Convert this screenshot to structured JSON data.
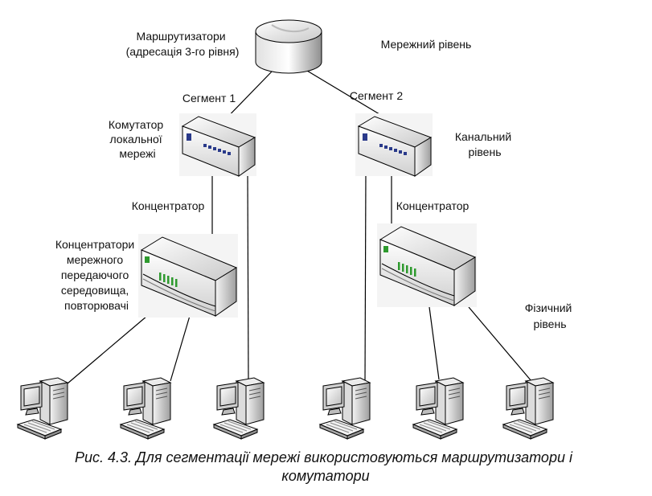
{
  "labels": {
    "routers": [
      "Маршрутизатори",
      "(адресація 3-го рівня)"
    ],
    "network_level": "Мережний рівень",
    "segment1": "Сегмент 1",
    "segment2": "Сегмент 2",
    "lan_switch": [
      "Комутатор",
      "локальної",
      "мережі"
    ],
    "link_level": [
      "Канальний",
      "рівень"
    ],
    "hub_left": "Концентратор",
    "hub_right": "Концентратор",
    "media_hubs": [
      "Концентратори",
      "мережного",
      "передаючого",
      "середовища,",
      "повторювачі"
    ],
    "physical_level": [
      "Фізичний",
      "рівень"
    ]
  },
  "caption": [
    "Рис. 4.3. Для сегментації мережі використовуються маршрутизатори і",
    "комутатори"
  ],
  "colors": {
    "line": "#000000",
    "hub_led": "#2e9a2e",
    "switch_led": "#2a3a8a"
  },
  "icons": {
    "router": "router-icon",
    "switch": "switch-icon",
    "hub": "hub-icon",
    "workstation": "computer-icon"
  }
}
